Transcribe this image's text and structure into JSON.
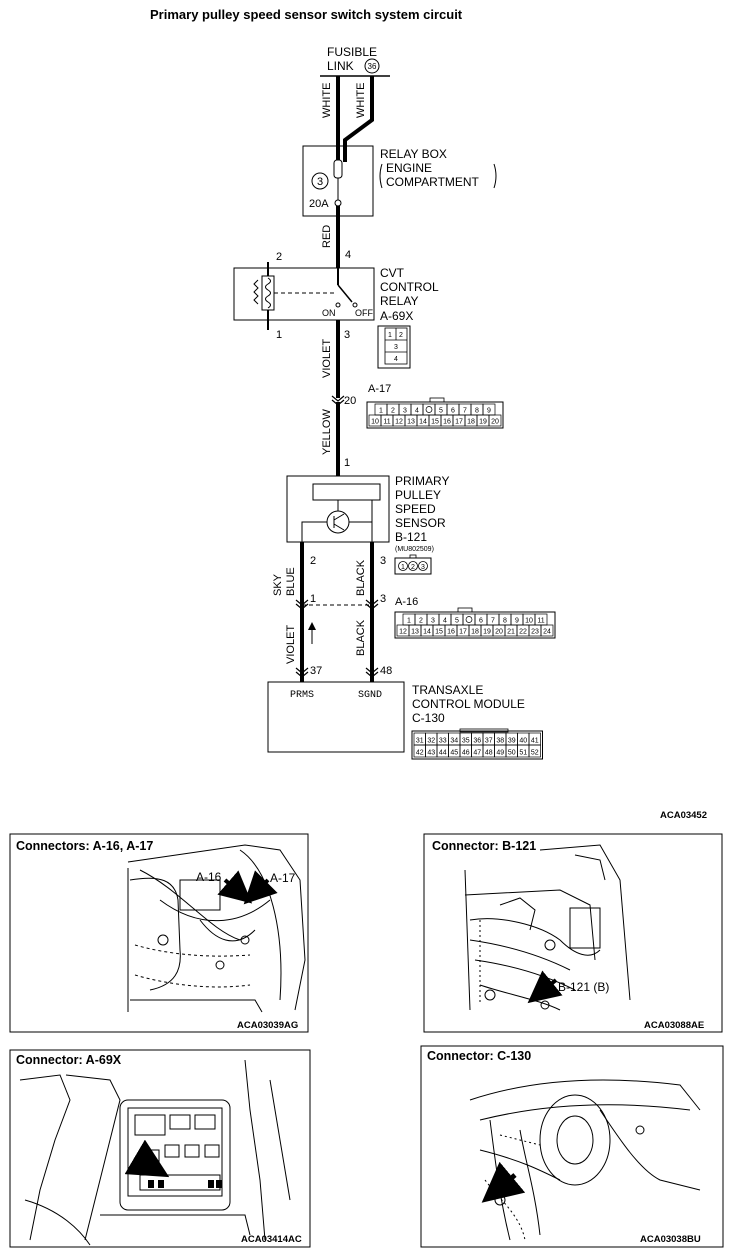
{
  "title": "Primary pulley speed sensor switch system circuit",
  "fusible_link": {
    "label": "FUSIBLE",
    "label2": "LINK",
    "number": "36"
  },
  "wires": {
    "white_left": "WHITE",
    "white_right": "WHITE",
    "red": "RED",
    "violet_top": "VIOLET",
    "yellow": "YELLOW",
    "sky": "SKY",
    "blue": "BLUE",
    "black_upper": "BLACK",
    "violet_bottom": "VIOLET",
    "black_lower": "BLACK"
  },
  "relay_box": {
    "line1": "RELAY BOX",
    "line2": "ENGINE",
    "line3": "COMPARTMENT",
    "fuse_number": "3",
    "rating": "20A"
  },
  "cvt_relay": {
    "line1": "CVT",
    "line2": "CONTROL",
    "line3": "RELAY",
    "connector": "A-69X",
    "on": "ON",
    "off": "OFF",
    "pins": {
      "p2": "2",
      "p4": "4",
      "p1": "1",
      "p3": "3"
    },
    "conn_cells": [
      "1",
      "2",
      "3",
      "4"
    ]
  },
  "a17": {
    "connector": "A-17",
    "pin": "20",
    "row1": [
      "1",
      "2",
      "3",
      "4",
      "",
      "5",
      "6",
      "7",
      "8",
      "9"
    ],
    "row2": [
      "10",
      "11",
      "12",
      "13",
      "14",
      "15",
      "16",
      "17",
      "18",
      "19",
      "20"
    ]
  },
  "sensor": {
    "line1": "PRIMARY",
    "line2": "PULLEY",
    "line3": "SPEED",
    "line4": "SENSOR",
    "connector": "B-121",
    "part_no": "(MU802509)",
    "pin_top": "1",
    "pin_left": "2",
    "pin_right": "3",
    "conn_cells": [
      "1",
      "2",
      "3"
    ]
  },
  "a16": {
    "connector": "A-16",
    "pin_left": "1",
    "pin_right": "3",
    "row1": [
      "1",
      "2",
      "3",
      "4",
      "5",
      "",
      "6",
      "7",
      "8",
      "9",
      "10",
      "11"
    ],
    "row2": [
      "12",
      "13",
      "14",
      "15",
      "16",
      "17",
      "18",
      "19",
      "20",
      "21",
      "22",
      "23",
      "24"
    ]
  },
  "tcm": {
    "line1": "TRANSAXLE",
    "line2": "CONTROL MODULE",
    "connector": "C-130",
    "term_left": "PRMS",
    "term_right": "SGND",
    "pin_left": "37",
    "pin_right": "48",
    "row1": [
      "31",
      "32",
      "33",
      "34",
      "35",
      "36",
      "37",
      "38",
      "39",
      "40",
      "41"
    ],
    "row2": [
      "42",
      "43",
      "44",
      "45",
      "46",
      "47",
      "48",
      "49",
      "50",
      "51",
      "52"
    ]
  },
  "figure_code": "ACA03452",
  "panels": [
    {
      "title": "Connectors: A-16, A-17",
      "code": "ACA03039AG",
      "callouts": [
        "A-16",
        "A-17"
      ]
    },
    {
      "title": "Connector: B-121",
      "code": "ACA03088AE",
      "callouts": [
        "B-121 (B)"
      ]
    },
    {
      "title": "Connector: A-69X",
      "code": "ACA03414AC",
      "callouts": []
    },
    {
      "title": "Connector: C-130",
      "code": "ACA03038BU",
      "callouts": []
    }
  ]
}
